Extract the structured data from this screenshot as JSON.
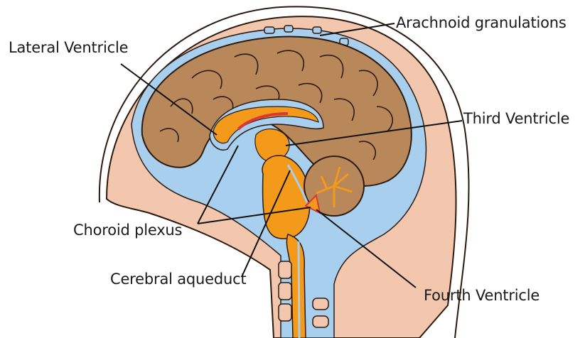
{
  "labels": {
    "arachnoid": "Arachnoid granulations",
    "lateral": "Lateral Ventricle",
    "third": "Third Ventricle",
    "choroid": "Choroid plexus",
    "aqueduct": "Cerebral aqueduct",
    "fourth": "Fourth Ventricle"
  },
  "colors": {
    "skull_skin": "#f2c7ae",
    "csf_space": "#a9cfee",
    "brain": "#b8875a",
    "ventricle": "#f39a1a",
    "choroid": "#d9373a",
    "outline": "#2b1a10"
  }
}
